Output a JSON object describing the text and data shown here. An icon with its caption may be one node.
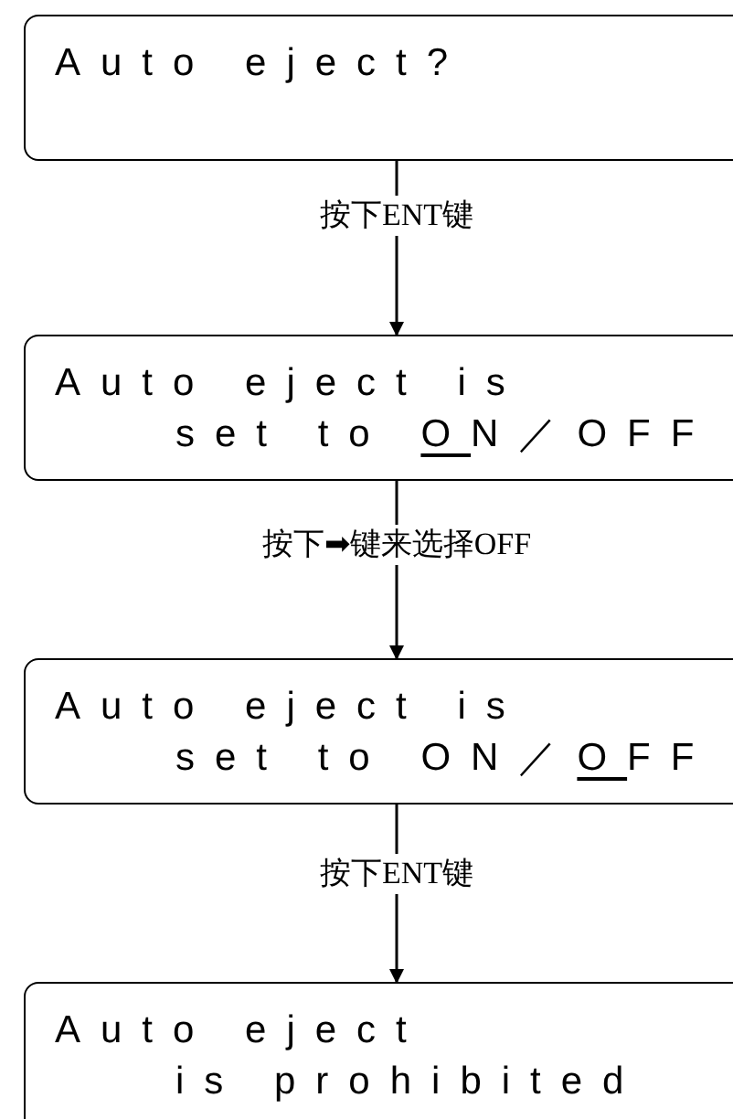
{
  "diagram": {
    "nodes": [
      {
        "text": [
          "Auto eject?"
        ]
      },
      {
        "text": [
          "Auto eject is set to ON／OFF"
        ]
      },
      {
        "text": [
          "Auto eject is set to ON／OFF"
        ]
      },
      {
        "text": [
          "Auto eject is prohibited"
        ]
      }
    ],
    "edges": [
      {
        "from": 0,
        "to": 1,
        "arrow": "to",
        "label": "按下ENT键"
      },
      {
        "from": 1,
        "to": 2,
        "arrow": "to",
        "label": "按下➡键来选择OFF"
      },
      {
        "from": 2,
        "to": 3,
        "arrow": "to",
        "label": "按下ENT键"
      }
    ]
  }
}
